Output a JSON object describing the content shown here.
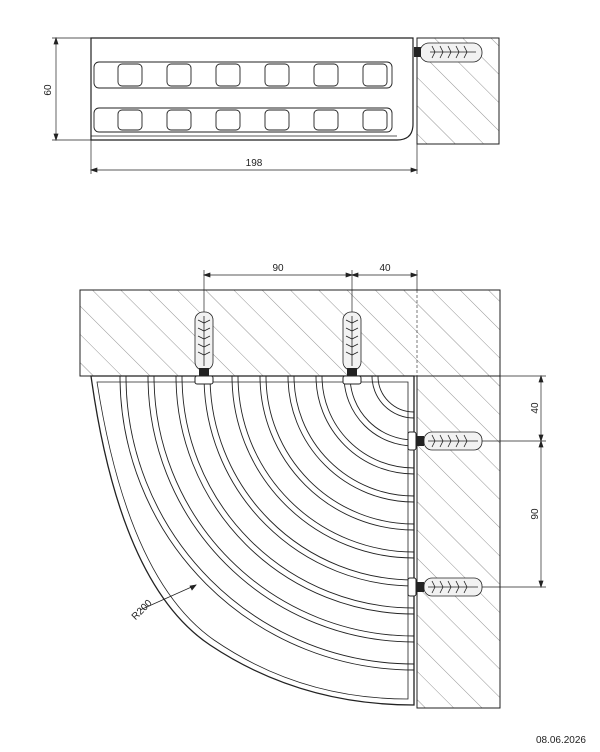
{
  "side_view": {
    "height_label": "60",
    "width_label": "198"
  },
  "top_view": {
    "dim_top_left": "90",
    "dim_top_right": "40",
    "dim_right_upper": "40",
    "dim_right_lower": "90",
    "radius_label": "R200"
  },
  "footer": {
    "date": "08.06.2026"
  },
  "colors": {
    "line": "#222222",
    "hatch": "#666666",
    "dowel_fill": "#f2f2f2"
  }
}
